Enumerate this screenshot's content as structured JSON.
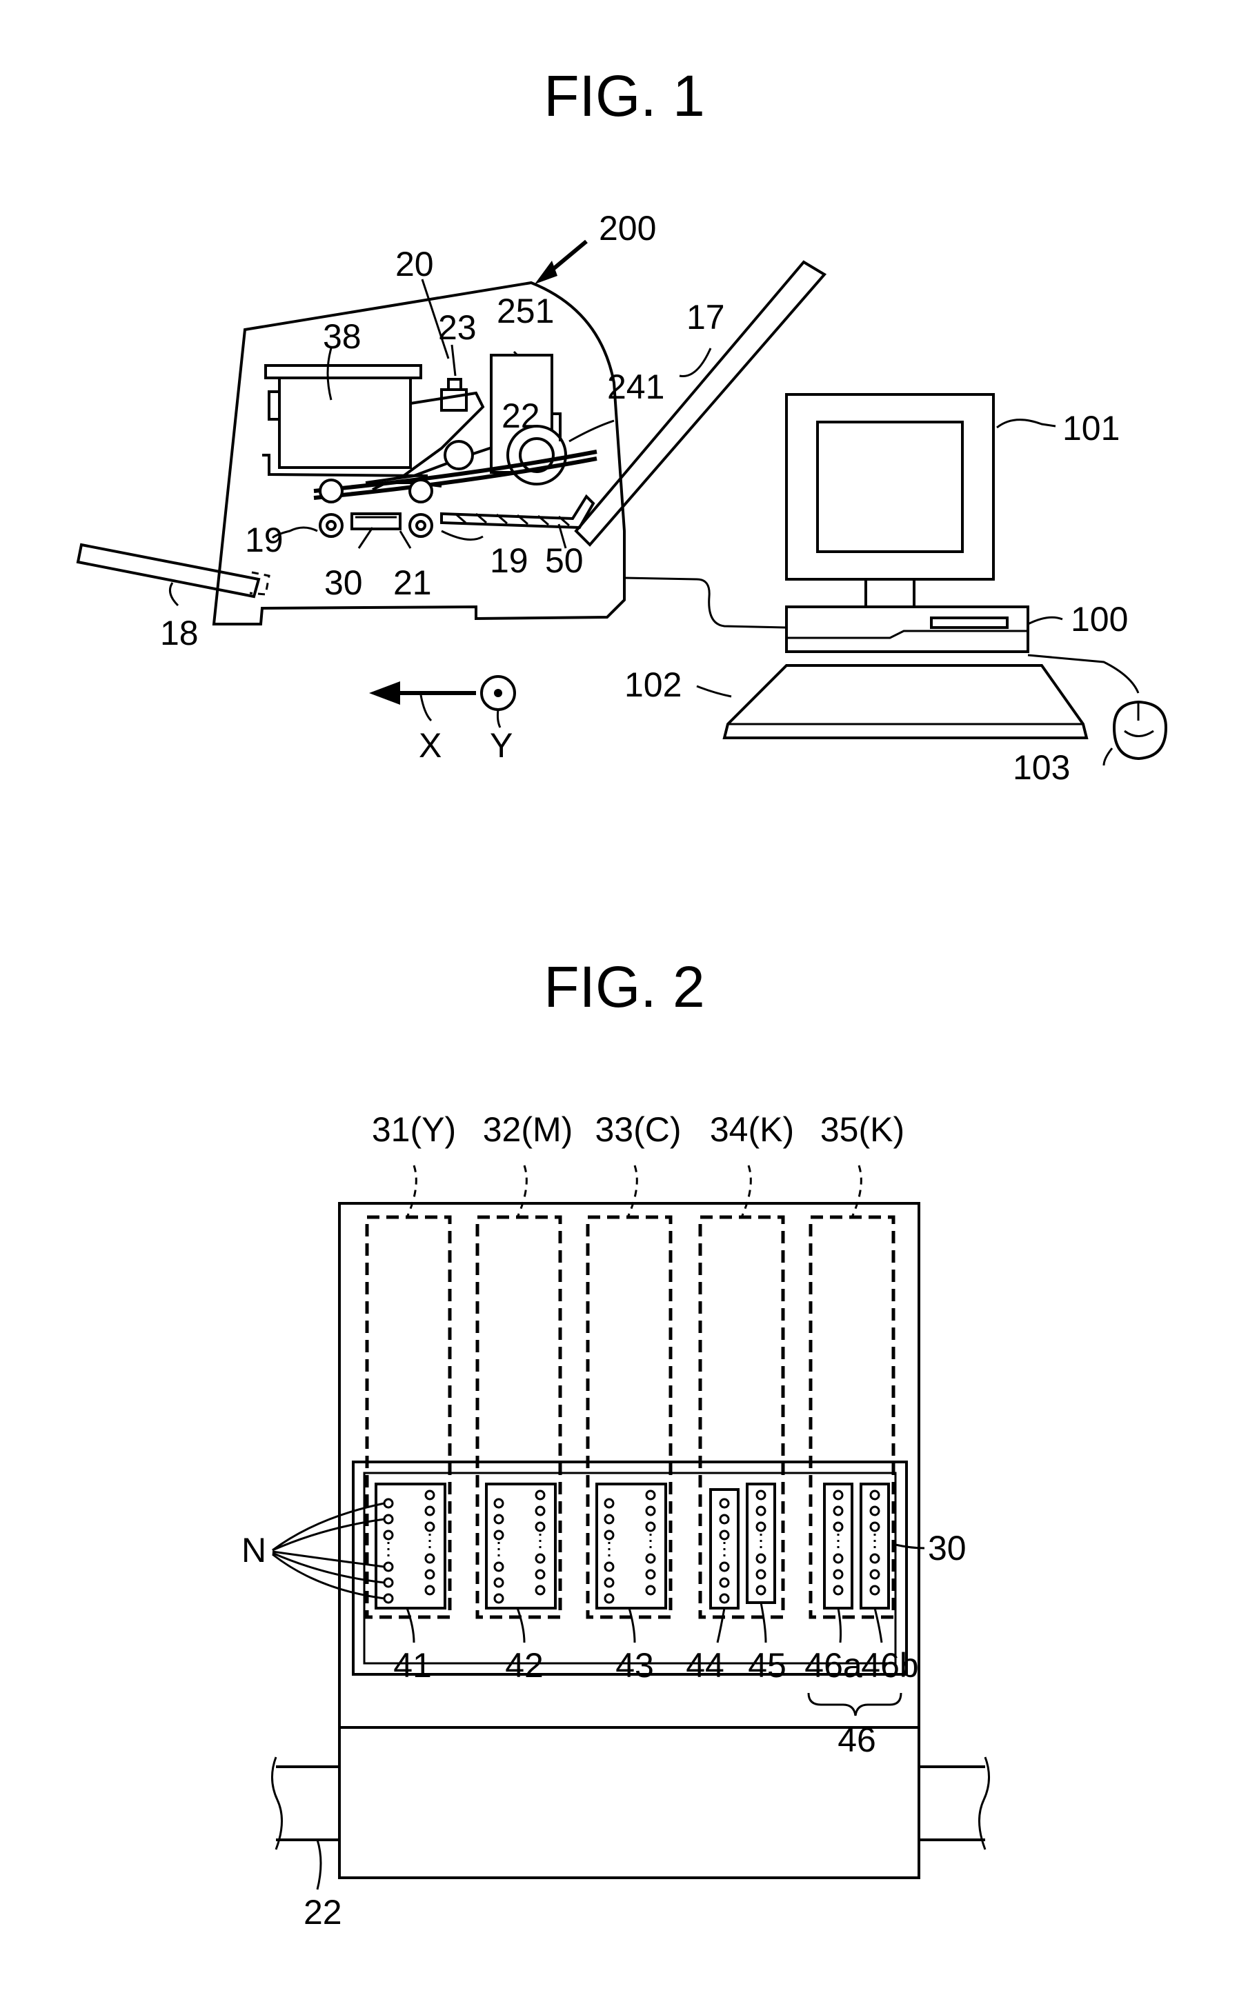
{
  "fig1": {
    "title": "FIG. 1",
    "labels": {
      "printer": "200",
      "l20": "20",
      "l38": "38",
      "l23": "23",
      "l251": "251",
      "l22": "22",
      "l241": "241",
      "l17": "17",
      "l19a": "19",
      "l19b": "19",
      "l30": "30",
      "l21": "21",
      "l50": "50",
      "l18": "18",
      "axis_x": "X",
      "axis_y": "Y",
      "l101": "101",
      "l100": "100",
      "l102": "102",
      "l103": "103"
    }
  },
  "fig2": {
    "title": "FIG. 2",
    "tanks": [
      "31(Y)",
      "32(M)",
      "33(C)",
      "34(K)",
      "35(K)"
    ],
    "heads": [
      "41",
      "42",
      "43",
      "44",
      "45",
      "46a",
      "46b"
    ],
    "group": "46",
    "nozzle_label": "N",
    "head_unit": "30",
    "shaft": "22"
  }
}
